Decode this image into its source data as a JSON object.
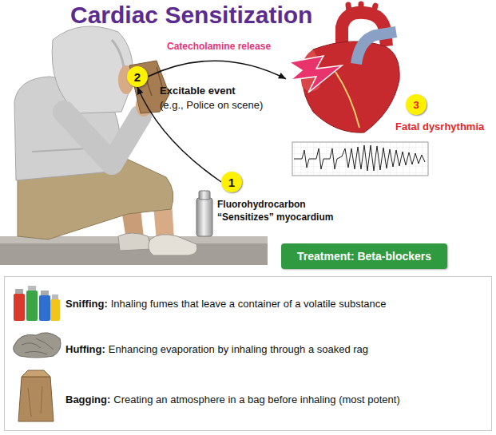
{
  "diagram": {
    "title": "Cardiac Sensitization",
    "nodes": [
      {
        "text": [
          "1"
        ]
      },
      {
        "text": [
          "2"
        ]
      },
      {
        "text": [
          "Fatal dysrhythmia"
        ]
      },
      {
        "text": [
          "3"
        ],
        "in": 2
      },
      {
        "text": [
          "Treatment: Beta-blockers"
        ]
      },
      {
        "text": [
          "Sniffing:",
          "Inhaling fumes that leave a container of a volatile substance",
          "Huffing:",
          "Enhancing evaporation by inhaling through a soaked rag",
          "Bagging:",
          "Creating an atmosphere in a bag before inhaling (most potent)"
        ]
      }
    ],
    "edges": [
      {
        "from": 0,
        "to": 1,
        "arrow": "to"
      },
      {
        "from": 1,
        "to": 2,
        "label": "Catecholamine release",
        "arrow": "to"
      }
    ],
    "labels": [
      "Excitable event",
      "(e.g., Police on scene)",
      "Fluorohydrocarbon",
      "“Sensitizes” myocardium"
    ]
  }
}
